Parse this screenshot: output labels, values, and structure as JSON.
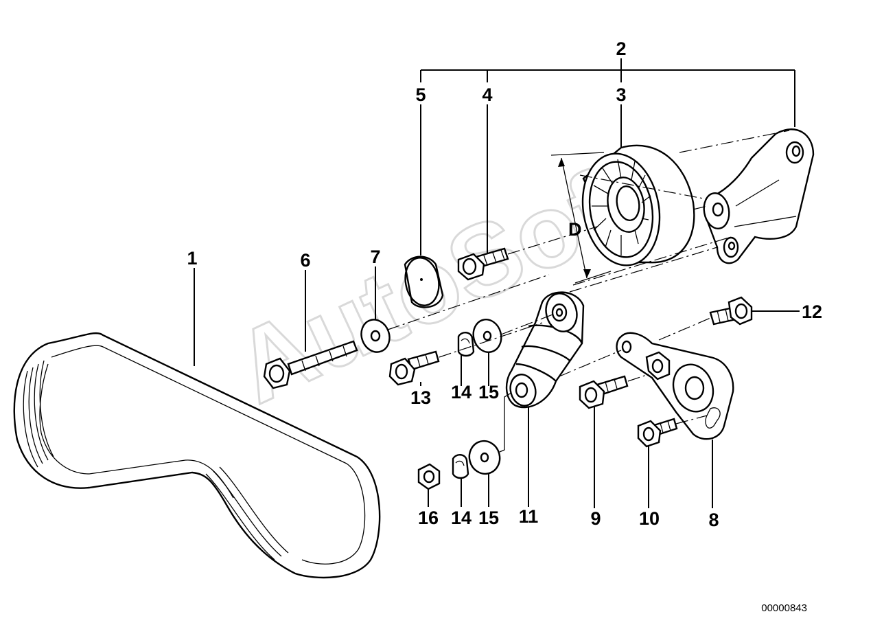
{
  "watermark": "AutoSoft",
  "diagram_code": "00000843",
  "dimension_label": "D",
  "callouts": {
    "c1": "1",
    "c2": "2",
    "c3": "3",
    "c4": "4",
    "c5": "5",
    "c6": "6",
    "c7": "7",
    "c8": "8",
    "c9": "9",
    "c10": "10",
    "c11": "11",
    "c12": "12",
    "c13": "13",
    "c14a": "14",
    "c15a": "15",
    "c14b": "14",
    "c15b": "15",
    "c16": "16"
  }
}
